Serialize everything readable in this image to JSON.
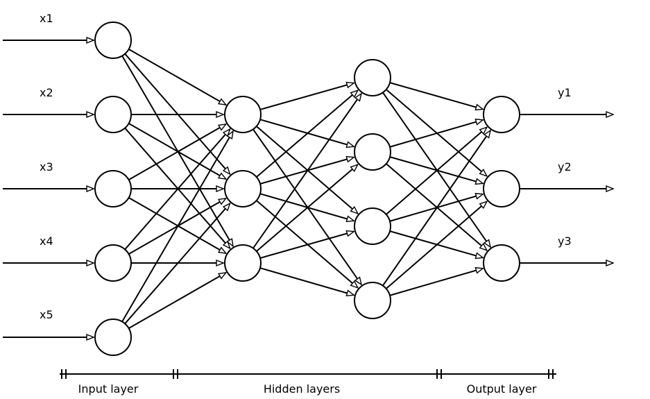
{
  "inputs": [
    "x1",
    "x2",
    "x3",
    "x4",
    "x5"
  ],
  "outputs": [
    "y1",
    "y2",
    "y3"
  ],
  "layers": {
    "input": 5,
    "hidden1": 3,
    "hidden2": 4,
    "output": 3
  },
  "scale_labels": {
    "input": "Input layer",
    "hidden": "Hidden layers",
    "output": "Output layer"
  }
}
